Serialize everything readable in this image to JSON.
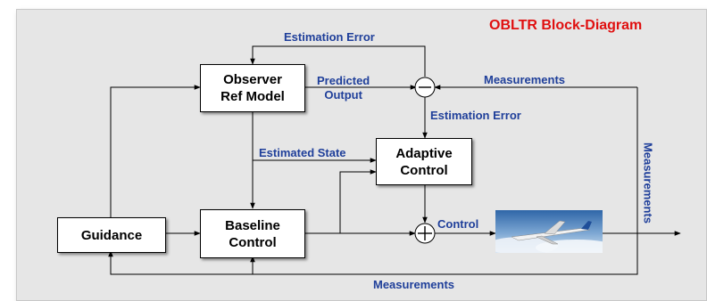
{
  "title": "OBLTR Block-Diagram",
  "blocks": {
    "observer": {
      "line1": "Observer",
      "line2": "Ref Model"
    },
    "adaptive": {
      "line1": "Adaptive",
      "line2": "Control"
    },
    "guidance": {
      "line1": "Guidance"
    },
    "baseline": {
      "line1": "Baseline",
      "line2": "Control"
    }
  },
  "labels": {
    "estimation_error_top": "Estimation Error",
    "predicted_output_line1": "Predicted",
    "predicted_output_line2": "Output",
    "measurements_right": "Measurements",
    "estimation_error_mid": "Estimation Error",
    "estimated_state": "Estimated State",
    "control": "Control",
    "measurements_vertical": "Measurements",
    "measurements_bottom": "Measurements"
  },
  "summing_junctions": {
    "top": {
      "sign": "−"
    },
    "bottom": {
      "sign": "+"
    }
  },
  "colors": {
    "title": "#e01010",
    "label": "#1f3f9a",
    "panel": "#e6e6e6"
  }
}
